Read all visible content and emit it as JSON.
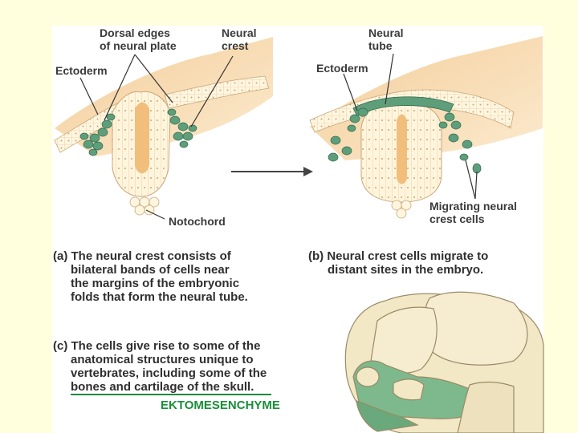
{
  "panel_a_labels": {
    "dorsal_edges": [
      "Dorsal edges",
      "of neural plate"
    ],
    "neural_crest": [
      "Neural",
      "crest"
    ],
    "ectoderm": "Ectoderm",
    "notochord": "Notochord"
  },
  "panel_b_labels": {
    "neural_tube": [
      "Neural",
      "tube"
    ],
    "ectoderm": "Ectoderm",
    "migrating": [
      "Migrating neural",
      "crest cells"
    ]
  },
  "captions": {
    "a": [
      "(a) The neural crest consists of",
      "bilateral bands of cells near",
      "the margins of the embryonic",
      "folds that form the neural tube."
    ],
    "b": [
      "(b) Neural crest cells migrate to",
      "distant sites in the embryo."
    ],
    "c": [
      "(c) The cells give rise to some of the",
      "anatomical structures unique to",
      "vertebrates, including some of the",
      "bones and cartilage of the skull."
    ]
  },
  "annotation": "EKTOMESENCHYME",
  "colors": {
    "background": "#fffedd",
    "crest_green": "#5f9e7b",
    "tissue": "#f6d7a6",
    "ectoderm": "#fff5dc",
    "skull": "#f2e8c6",
    "annotation": "#1a8f3a"
  }
}
